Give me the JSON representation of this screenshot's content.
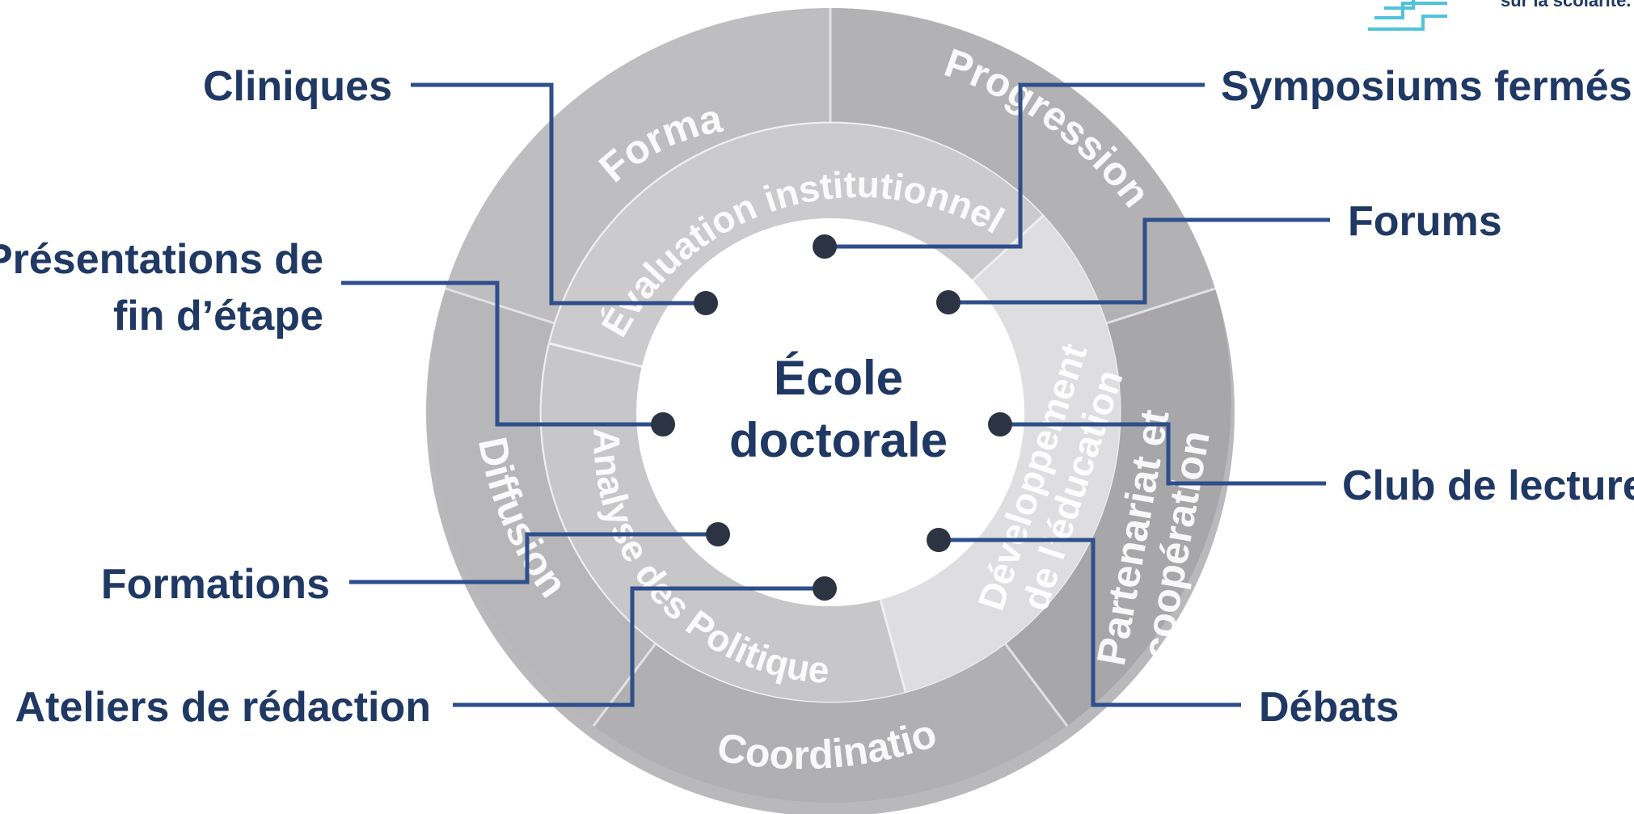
{
  "center": {
    "line1": "École",
    "line2": "doctorale"
  },
  "outer_ring": {
    "formation": "Formation",
    "progression": "Progression",
    "partenariat_line1": "Partenariat et",
    "partenariat_line2": "coopération",
    "coordination": "Coordination",
    "diffusion": "Diffusion"
  },
  "inner_ring": {
    "evaluation": "Évaluation institutionnelle",
    "developpement_line1": "Développement",
    "developpement_line2": "de l’éducation",
    "analyse": "Analyse des Politiques"
  },
  "labels": {
    "cliniques": "Cliniques",
    "presentations_line1": "Présentations de",
    "presentations_line2": "fin d’étape",
    "formations": "Formations",
    "ateliers": "Ateliers de rédaction",
    "symposiums": "Symposiums fermés",
    "forums": "Forums",
    "club": "Club de lecture",
    "debats": "Débats"
  },
  "logo": {
    "text": "sur la scolarité. P"
  },
  "colors": {
    "label_text": "#1f3864",
    "connector": "#2e4e8c",
    "dot": "#2c3444"
  }
}
